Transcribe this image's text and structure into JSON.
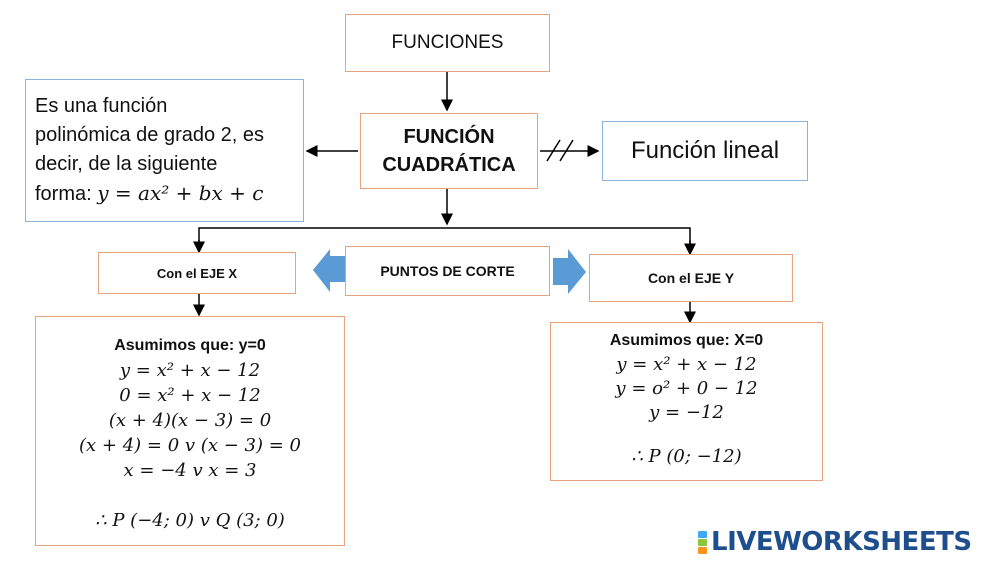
{
  "nodes": {
    "funciones": "FUNCIONES",
    "cuadratica_line1": "FUNCIÓN",
    "cuadratica_line2": "CUADRÁTICA",
    "lineal": "Función lineal",
    "definition_line1": "Es una función",
    "definition_line2": "polinómica de grado 2, es",
    "definition_line3": "decir, de la siguiente",
    "definition_line4_prefix": "forma:",
    "definition_formula": "y = ax² + bx + c",
    "puntos_corte": "PUNTOS DE CORTE",
    "eje_x": "Con el EJE X",
    "eje_y": "Con el EJE Y"
  },
  "eje_x_box": {
    "heading": "Asumimos que: y=0",
    "lines": [
      "y = x² + x − 12",
      "0 = x² + x − 12",
      "(x + 4)(x − 3) = 0",
      "(x + 4) = 0 v (x − 3) = 0",
      "x = −4 v x = 3"
    ],
    "result": "∴ P (−4; 0) v  Q (3; 0)"
  },
  "eje_y_box": {
    "heading": "Asumimos que: X=0",
    "lines": [
      "y = x² + x − 12",
      "y = o² + 0 − 12",
      "y = −12"
    ],
    "result": "∴ P (0; −12)"
  },
  "branding": {
    "logo_text": "LIVEWORKSHEETS",
    "logo_letters": [
      "L",
      "W"
    ]
  },
  "colors": {
    "orange_border": "#e8a37b",
    "blue_border": "#8db3d9",
    "block_arrow": "#5b9bd5",
    "logo_blue": "#1e4f8c"
  }
}
